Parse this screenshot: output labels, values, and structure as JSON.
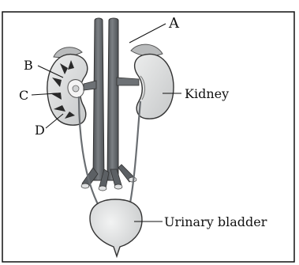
{
  "figure": {
    "labels": {
      "a": "A",
      "b": "B",
      "c": "C",
      "d": "D",
      "kidney": "Kidney",
      "urinary_bladder": "Urinary bladder"
    },
    "colors": {
      "border": "#111111",
      "vessel_dark": "#5f6368",
      "vessel_mid": "#8a8e92",
      "kidney_fill": "#d8dadb",
      "kidney_outline": "#3a3a3a",
      "cortex_dark": "#2a2a2a",
      "bladder_fill": "#dcdedf"
    }
  }
}
